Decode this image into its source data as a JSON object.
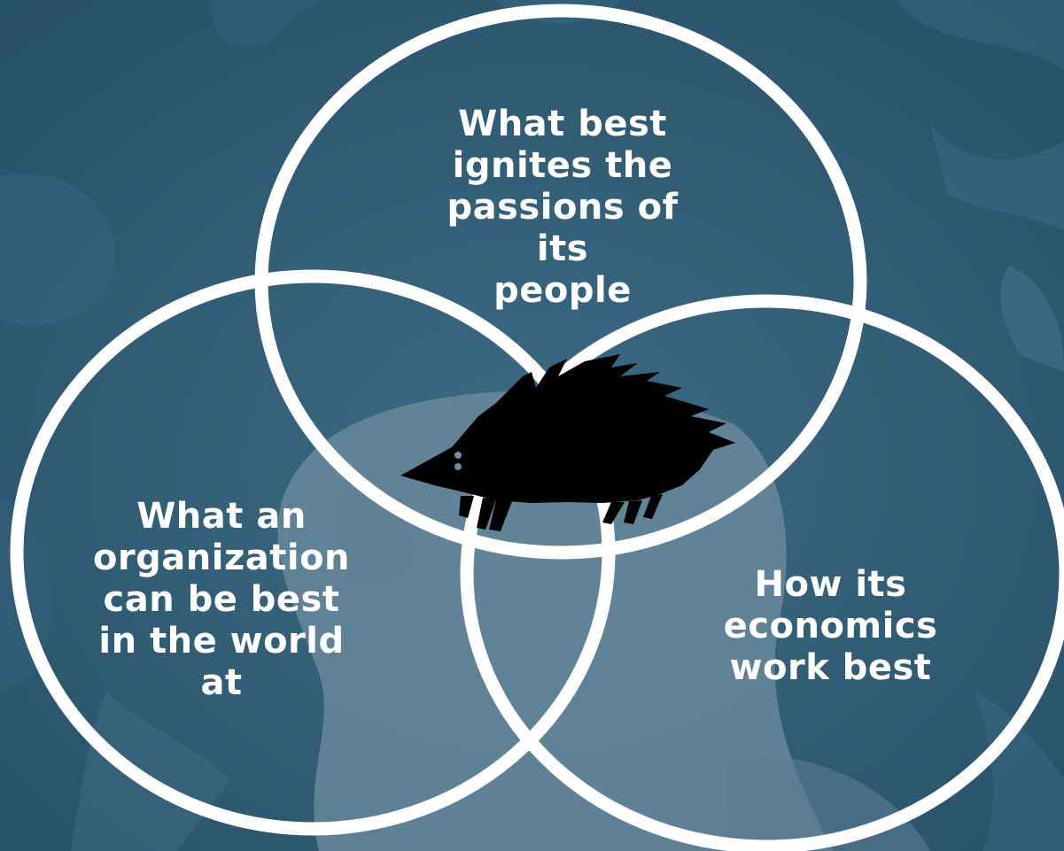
{
  "diagram": {
    "circles": {
      "top": {
        "label": "What best\nignites the\npassions of its\npeople"
      },
      "left": {
        "label": "What an\norganization\ncan be best\nin the world\nat"
      },
      "right": {
        "label": "How its\neconomics\nwork best"
      }
    },
    "center_icon": "hedgehog-icon",
    "colors": {
      "background": "#2e5a72",
      "background_light": "#6f8da0",
      "circle_stroke": "#ffffff",
      "text": "#ffffff",
      "icon": "#000000"
    }
  }
}
